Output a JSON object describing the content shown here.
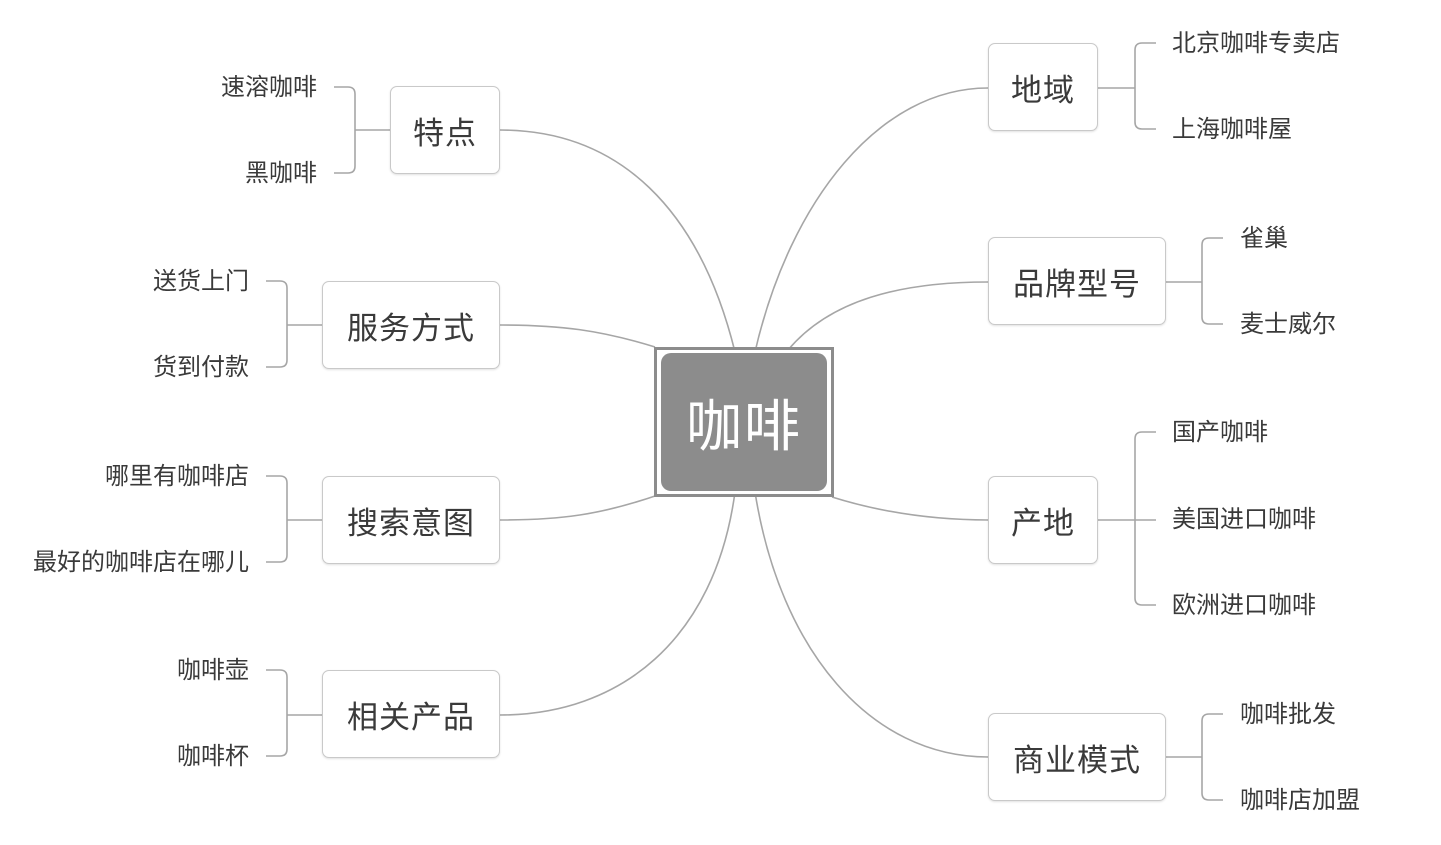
{
  "center": {
    "label": "咖啡"
  },
  "branches": {
    "features": {
      "label": "特点",
      "leaves": [
        "速溶咖啡",
        "黑咖啡"
      ]
    },
    "service": {
      "label": "服务方式",
      "leaves": [
        "送货上门",
        "货到付款"
      ]
    },
    "search_intent": {
      "label": "搜索意图",
      "leaves": [
        "哪里有咖啡店",
        "最好的咖啡店在哪儿"
      ]
    },
    "related_products": {
      "label": "相关产品",
      "leaves": [
        "咖啡壶",
        "咖啡杯"
      ]
    },
    "region": {
      "label": "地域",
      "leaves": [
        "北京咖啡专卖店",
        "上海咖啡屋"
      ]
    },
    "brand_model": {
      "label": "品牌型号",
      "leaves": [
        "雀巢",
        "麦士威尔"
      ]
    },
    "origin": {
      "label": "产地",
      "leaves": [
        "国产咖啡",
        "美国进口咖啡",
        "欧洲进口咖啡"
      ]
    },
    "business_model": {
      "label": "商业模式",
      "leaves": [
        "咖啡批发",
        "咖啡店加盟"
      ]
    }
  },
  "colors": {
    "center_fill": "#8c8c8c",
    "center_text": "#ffffff",
    "node_border": "#c9c9c9",
    "connector": "#a6a6a6",
    "text": "#3a3a3a"
  }
}
